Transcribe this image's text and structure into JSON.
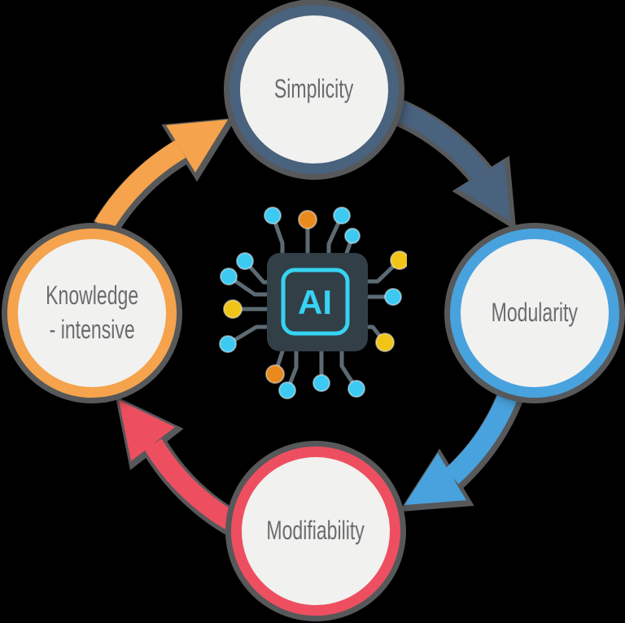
{
  "diagram": {
    "type": "cycle",
    "center_icon": {
      "name": "ai-chip-icon",
      "label": "AI"
    },
    "nodes": [
      {
        "label": "Simplicity",
        "position": "top",
        "border_color": "#49627e"
      },
      {
        "label": "Modularity",
        "position": "right",
        "border_color": "#48a2de"
      },
      {
        "label": "Modifiability",
        "position": "bottom",
        "border_color": "#ee4f60"
      },
      {
        "label": "Knowledge - intensive",
        "label_lines": [
          "Knowledge",
          "- intensive"
        ],
        "position": "left",
        "border_color": "#f5a34c"
      }
    ],
    "arrows": [
      {
        "from": "Knowledge - intensive",
        "to": "Simplicity",
        "color": "#f5a34c"
      },
      {
        "from": "Simplicity",
        "to": "Modularity",
        "color": "#49627e"
      },
      {
        "from": "Modularity",
        "to": "Modifiability",
        "color": "#48a2de"
      },
      {
        "from": "Modifiability",
        "to": "Knowledge - intensive",
        "color": "#ee4f60"
      }
    ]
  },
  "colors": {
    "background": "#000000",
    "ring_gray": "#57585a",
    "node_fill": "#f1f1ef",
    "label_gray": "#6b6c6e",
    "orange": "#f5a34c",
    "slate": "#49627e",
    "blue": "#48a2de",
    "red": "#ee4f60",
    "chip_body": "#333f47",
    "chip_cyan": "#36d3f2",
    "trace_gray": "#5c6b73",
    "dot_cyan": "#3cc9f2",
    "dot_orange": "#e98a1e",
    "dot_yellow": "#f0c419"
  }
}
